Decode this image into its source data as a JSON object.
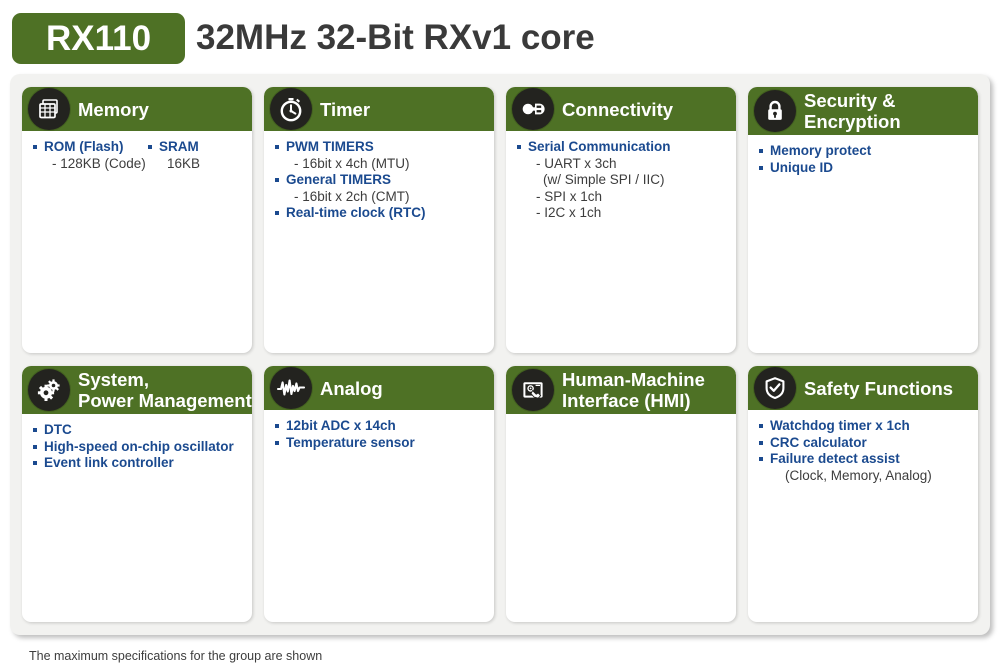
{
  "header": {
    "badge_label": "RX110",
    "core_title": "32MHz 32-Bit RXv1 core",
    "badge_color": "#4e7125",
    "title_color": "#3a3a3a"
  },
  "theme": {
    "header_green": "#4e7125",
    "icon_circle": "#23231f",
    "bullet_blue": "#1b4a8f",
    "sub_text": "#3d3d3d",
    "panel_bg": "#f2f2f0",
    "card_bg": "#ffffff"
  },
  "cards": [
    {
      "id": "memory",
      "title": "Memory",
      "icon": "memory-grid-icon",
      "layout": "two-column",
      "columns": [
        {
          "lines": [
            {
              "type": "bullet",
              "text": "ROM (Flash)"
            },
            {
              "type": "sub",
              "text": "- 128KB (Code)"
            }
          ]
        },
        {
          "lines": [
            {
              "type": "bullet",
              "text": "SRAM"
            },
            {
              "type": "sub",
              "text": "16KB"
            }
          ]
        }
      ]
    },
    {
      "id": "timer",
      "title": "Timer",
      "icon": "stopwatch-icon",
      "layout": "list",
      "lines": [
        {
          "type": "bullet",
          "text": "PWM TIMERS"
        },
        {
          "type": "sub",
          "text": "- 16bit x 4ch (MTU)"
        },
        {
          "type": "bullet",
          "text": "General TIMERS"
        },
        {
          "type": "sub",
          "text": "- 16bit x 2ch (CMT)"
        },
        {
          "type": "bullet",
          "text": "Real-time clock (RTC)"
        }
      ]
    },
    {
      "id": "connectivity",
      "title": "Connectivity",
      "icon": "plug-connector-icon",
      "layout": "list",
      "lines": [
        {
          "type": "bullet",
          "text": "Serial Communication"
        },
        {
          "type": "sub",
          "text": "- UART x 3ch"
        },
        {
          "type": "sub2",
          "text": "(w/ Simple SPI / IIC)"
        },
        {
          "type": "sub",
          "text": "- SPI x 1ch"
        },
        {
          "type": "sub",
          "text": "- I2C x 1ch"
        }
      ]
    },
    {
      "id": "security",
      "title": "Security &\nEncryption",
      "icon": "lock-icon",
      "layout": "list",
      "two_line_title": true,
      "lines": [
        {
          "type": "bullet",
          "text": "Memory protect"
        },
        {
          "type": "bullet",
          "text": "Unique ID"
        }
      ]
    },
    {
      "id": "system-power",
      "title": "System,\nPower Management",
      "icon": "gears-icon",
      "layout": "list",
      "two_line_title": true,
      "lines": [
        {
          "type": "bullet",
          "text": "DTC"
        },
        {
          "type": "bullet",
          "text": "High-speed on-chip oscillator"
        },
        {
          "type": "bullet",
          "text": "Event link controller"
        }
      ]
    },
    {
      "id": "analog",
      "title": "Analog",
      "icon": "waveform-icon",
      "layout": "list",
      "lines": [
        {
          "type": "bullet",
          "text": "12bit  ADC x 14ch"
        },
        {
          "type": "bullet",
          "text": "Temperature sensor"
        }
      ]
    },
    {
      "id": "hmi",
      "title": "Human-Machine\nInterface (HMI)",
      "icon": "touchscreen-hand-icon",
      "layout": "list",
      "two_line_title": true,
      "lines": []
    },
    {
      "id": "safety",
      "title": "Safety Functions",
      "icon": "shield-check-icon",
      "layout": "list",
      "lines": [
        {
          "type": "bullet",
          "text": "Watchdog timer x 1ch"
        },
        {
          "type": "bullet",
          "text": "CRC calculator"
        },
        {
          "type": "bullet",
          "text": "Failure detect assist"
        },
        {
          "type": "sub2",
          "text": "(Clock, Memory, Analog)"
        }
      ]
    }
  ],
  "footer": {
    "note": "The maximum specifications for the group are shown"
  }
}
